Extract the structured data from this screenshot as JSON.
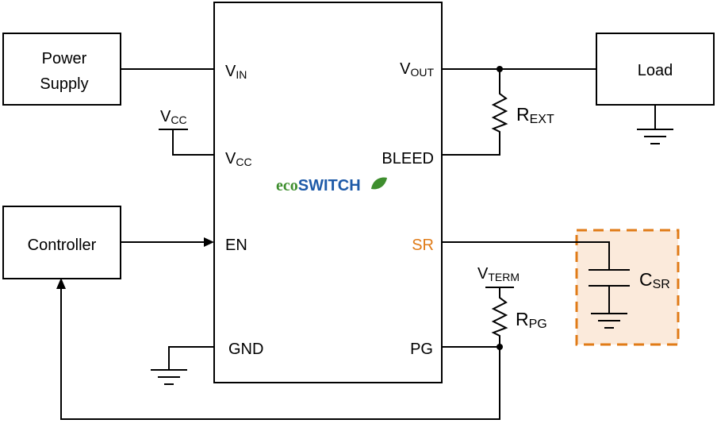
{
  "blocks": {
    "power_supply": {
      "line1": "Power",
      "line2": "Supply"
    },
    "controller": {
      "label": "Controller"
    },
    "load": {
      "label": "Load"
    }
  },
  "ic": {
    "logo": {
      "eco": "eco",
      "switch": "SWITCH"
    },
    "pins": {
      "vin": {
        "main": "V",
        "sub": "IN"
      },
      "vcc": {
        "main": "V",
        "sub": "CC"
      },
      "en": {
        "label": "EN"
      },
      "gnd": {
        "label": "GND"
      },
      "vout": {
        "main": "V",
        "sub": "OUT"
      },
      "bleed": {
        "label": "BLEED"
      },
      "sr": {
        "label": "SR"
      },
      "pg": {
        "label": "PG"
      }
    }
  },
  "components": {
    "vcc_supply": {
      "main": "V",
      "sub": "CC"
    },
    "r_ext": {
      "main": "R",
      "sub": "EXT"
    },
    "v_term": {
      "main": "V",
      "sub": "TERM"
    },
    "r_pg": {
      "main": "R",
      "sub": "PG"
    },
    "c_sr": {
      "main": "C",
      "sub": "SR"
    }
  },
  "colors": {
    "sr_accent": "#E07B17",
    "sr_highlight_fill": "#FBEADB",
    "logo_green": "#3E8E2E",
    "logo_blue": "#1E5AA8"
  }
}
